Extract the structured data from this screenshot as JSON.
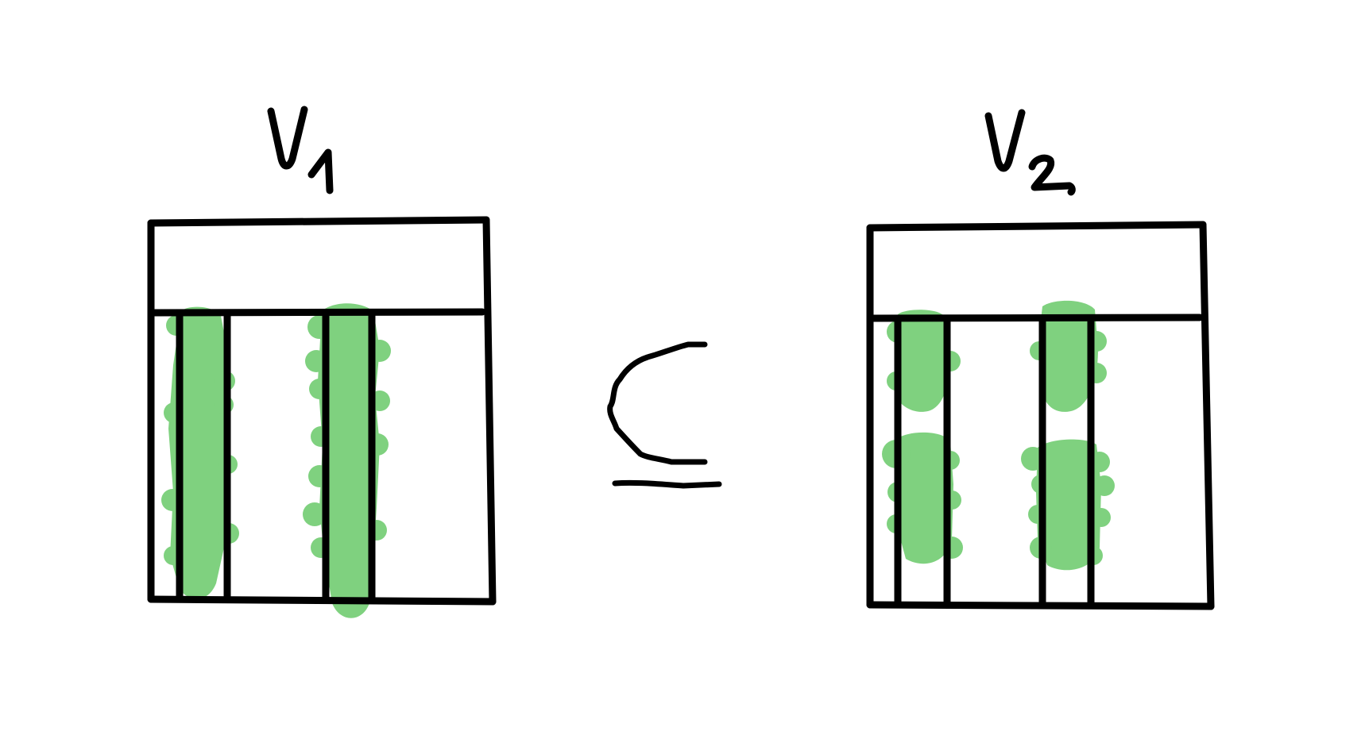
{
  "colors": {
    "ink": "#000000",
    "highlight": "#7fd17f",
    "background": "#ffffff"
  },
  "left_table": {
    "label": "V",
    "subscript": "1",
    "highlighted_columns": [
      "column-a",
      "column-b"
    ],
    "highlight_style": "full-column"
  },
  "relation": {
    "symbol": "⊆",
    "meaning": "subset-or-equal"
  },
  "right_table": {
    "label": "V",
    "subscript": "2",
    "highlighted_columns": [
      "column-a",
      "column-b"
    ],
    "highlight_style": "split-column"
  }
}
